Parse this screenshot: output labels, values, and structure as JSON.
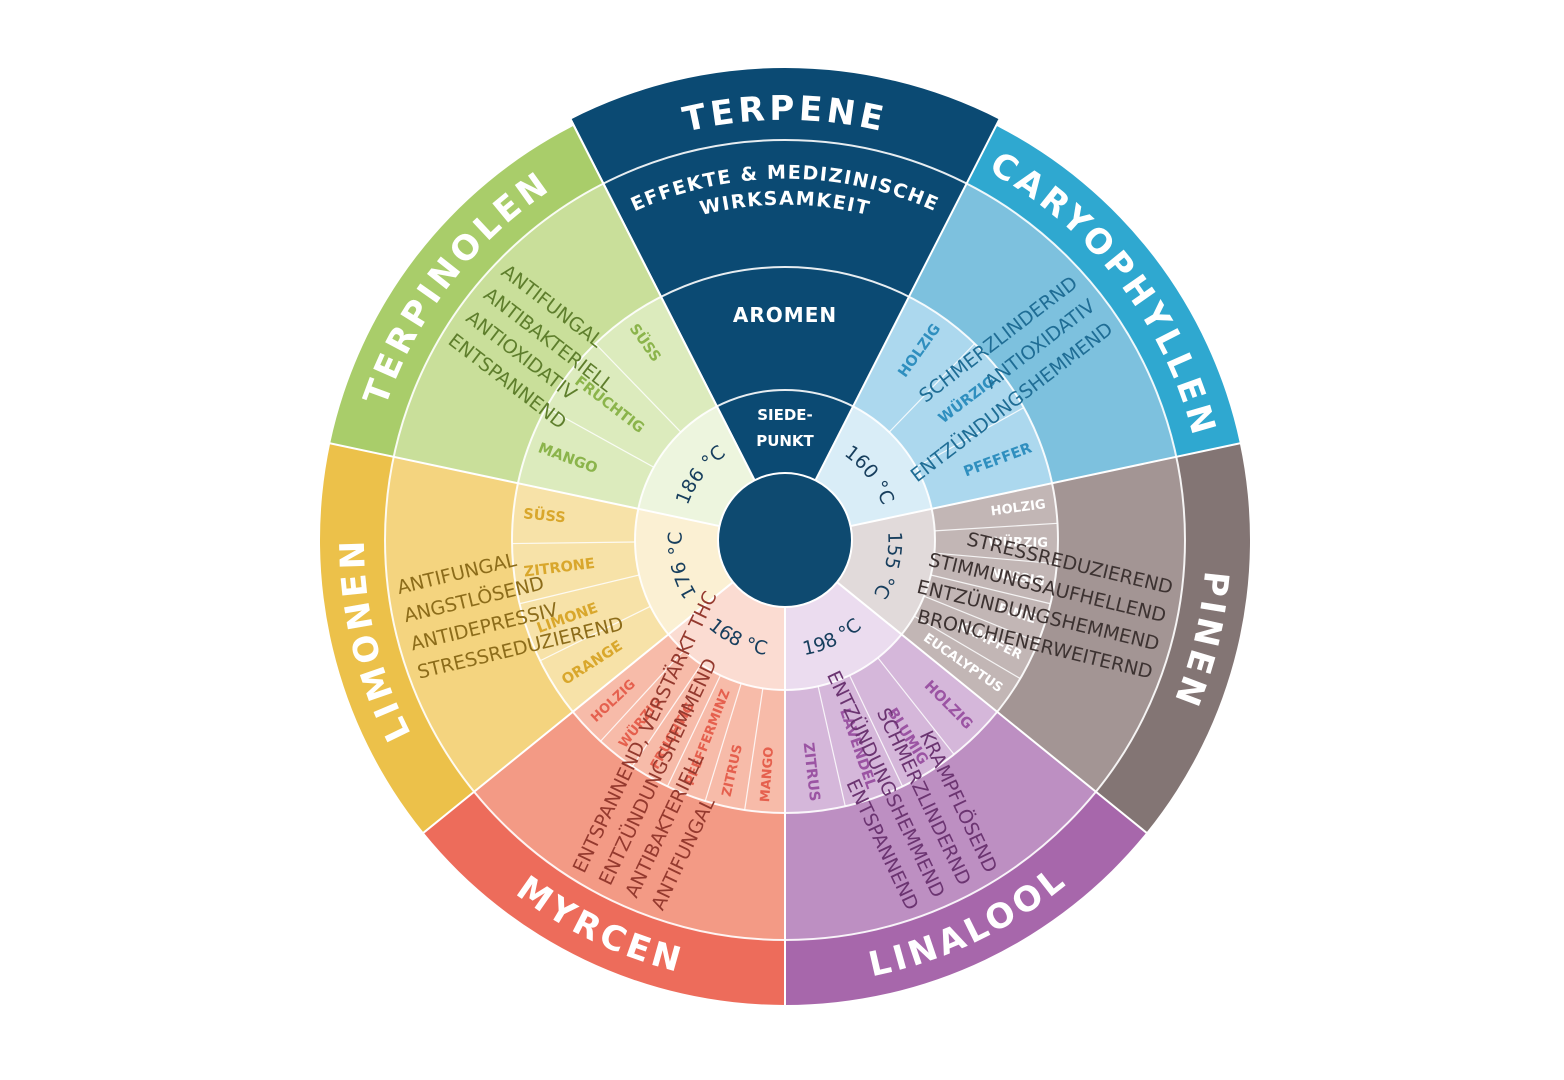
{
  "header": {
    "title": "TERPENE",
    "effects_label": [
      "EFFEKTE & MEDIZINISCHE",
      "WIRKSAMKEIT"
    ],
    "aromas_label": "AROMEN",
    "boiling_label": [
      "SIEDE-",
      "PUNKT"
    ]
  },
  "colors": {
    "center": "#0e4a70",
    "header": "#0b4a73"
  },
  "terpenes": [
    {
      "name": "CARYOPHYLLEN",
      "temperature": "160 °C",
      "aromas": [
        "HOLZIG",
        "WÜRZIG",
        "PFEFFER"
      ],
      "effects": [
        "SCHMERZLINDERND",
        "ANTIOXIDATIV",
        "ENTZÜNDUNGSHEMMEND"
      ],
      "color_outer": "#2fa8d0",
      "color_effects": "#7dc1de",
      "color_aromas": "#acd8ee",
      "color_boil": "#d9edf7",
      "text_light": "#2f8fbf",
      "text_dark": "#1f6d95"
    },
    {
      "name": "PINEN",
      "temperature": "155 °C",
      "aromas": [
        "HOLZIG",
        "WÜRZIG",
        "NUSSIG",
        "PINIE",
        "KAMPFER",
        "EUCALYPTUS"
      ],
      "effects": [
        "STRESSREDUZIEREND",
        "STIMMUNGSAUFHELLEND",
        "ENTZÜNDUNGSHEMMEND",
        "BRONCHIENERWEITERND"
      ],
      "color_outer": "#837574",
      "color_effects": "#a39594",
      "color_aromas": "#c2b6b5",
      "color_boil": "#e1dada",
      "text_light": "#ffffff",
      "text_dark": "#3c3231"
    },
    {
      "name": "LINALOOL",
      "temperature": "198 °C",
      "aromas": [
        "HOLZIG",
        "BLUMIG",
        "LAVENDEL",
        "ZITRUS"
      ],
      "effects": [
        "KRAMPFLÖSEND",
        "SCHMERZLINDERND",
        "ENTZÜNDUNGSHEMMEND",
        "ENTSPANNEND"
      ],
      "color_outer": "#a767ab",
      "color_effects": "#bd8fc2",
      "color_aromas": "#d5b7da",
      "color_boil": "#ebdcef",
      "text_light": "#9b54a3",
      "text_dark": "#6b3471"
    },
    {
      "name": "MYRCEN",
      "temperature": "168 °C",
      "aromas": [
        "MANGO",
        "ZITRUS",
        "PFEFFERMINZ",
        "FRUCHTIG",
        "WÜRZIG",
        "HOLZIG"
      ],
      "effects": [
        "ANTIFUNGAL",
        "ANTIBAKTERIELL",
        "ENTZÜNDUNGSHEMMEND",
        "ENTSPANNEND, VERSTÄRKT THC"
      ],
      "color_outer": "#ed6c5b",
      "color_effects": "#f39a85",
      "color_aromas": "#f7bba9",
      "color_boil": "#fbdcd2",
      "text_light": "#e5604e",
      "text_dark": "#94392e"
    },
    {
      "name": "LIMONEN",
      "temperature": "176 °C",
      "aromas": [
        "ORANGE",
        "LIMONE",
        "ZITRONE",
        "SÜSS"
      ],
      "effects": [
        "STRESSREDUZIEREND",
        "ANTIDEPRESSIV",
        "ANGSTLÖSEND",
        "ANTIFUNGAL"
      ],
      "color_outer": "#ecc14a",
      "color_effects": "#f4d47f",
      "color_aromas": "#f7e2a8",
      "color_boil": "#fbf0d3",
      "text_light": "#d9a72c",
      "text_dark": "#8c6c1a"
    },
    {
      "name": "TERPINOLEN",
      "temperature": "186 °C",
      "aromas": [
        "MANGO",
        "FRUCHTIG",
        "SÜSS"
      ],
      "effects": [
        "ENTSPANNEND",
        "ANTIOXIDATIV",
        "ANTIBAKTERIELL",
        "ANTIFUNGAL"
      ],
      "color_outer": "#a9cd6a",
      "color_effects": "#c9df9a",
      "color_aromas": "#dcebbd",
      "color_boil": "#edf5de",
      "text_light": "#8bb44b",
      "text_dark": "#5e7e2c"
    }
  ]
}
